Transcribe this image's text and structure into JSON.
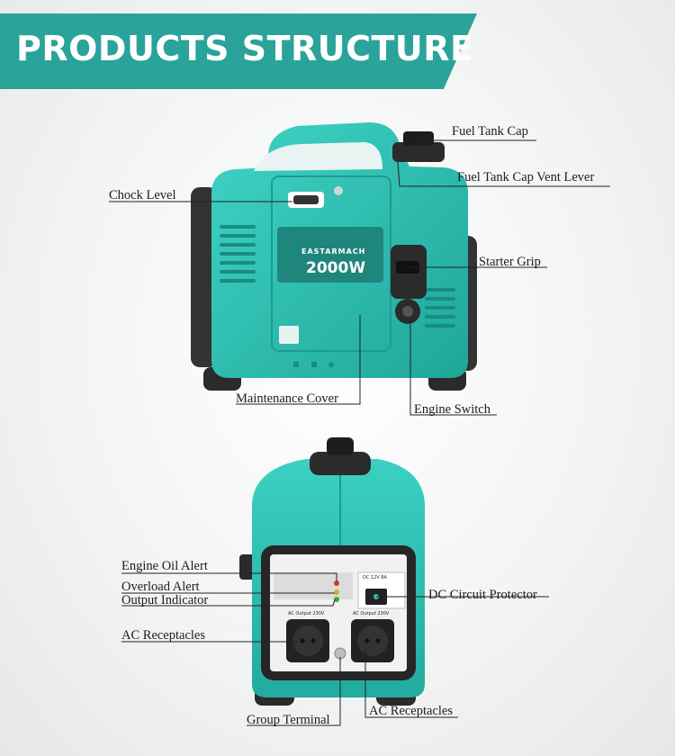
{
  "banner": {
    "title": "PRODUCTS STRUCTURE"
  },
  "brand": {
    "logo_text": "EASTARMACH",
    "model": "2000W"
  },
  "front_labels": {
    "fuel_tank_cap": "Fuel Tank Cap",
    "fuel_tank_cap_vent_lever": "Fuel Tank Cap Vent Lever",
    "choke_level": "Chock Level",
    "starter_grip": "Starter Grip",
    "maintenance_cover": "Maintenance Cover",
    "engine_switch": "Engine Switch"
  },
  "rear_labels": {
    "engine_oil_alert": "Engine Oil Alert",
    "overload_alert": "Overload Alert",
    "output_indicator": "Output Indicator",
    "dc_circuit_protector": "DC Circuit Protector",
    "ac_receptacles_left": "AC Receptacles",
    "ac_receptacles_right": "AC Receptacles",
    "group_terminal": "Group Terminal"
  },
  "panel_text": {
    "dc_rating": "DC 12V 8A",
    "ac_output_left": "AC Output 230V",
    "ac_output_right": "AC Output 230V"
  },
  "colors": {
    "banner": "#2aa39a",
    "body_teal": "#2cc1b4",
    "dark_gray": "#2b2b2b"
  }
}
